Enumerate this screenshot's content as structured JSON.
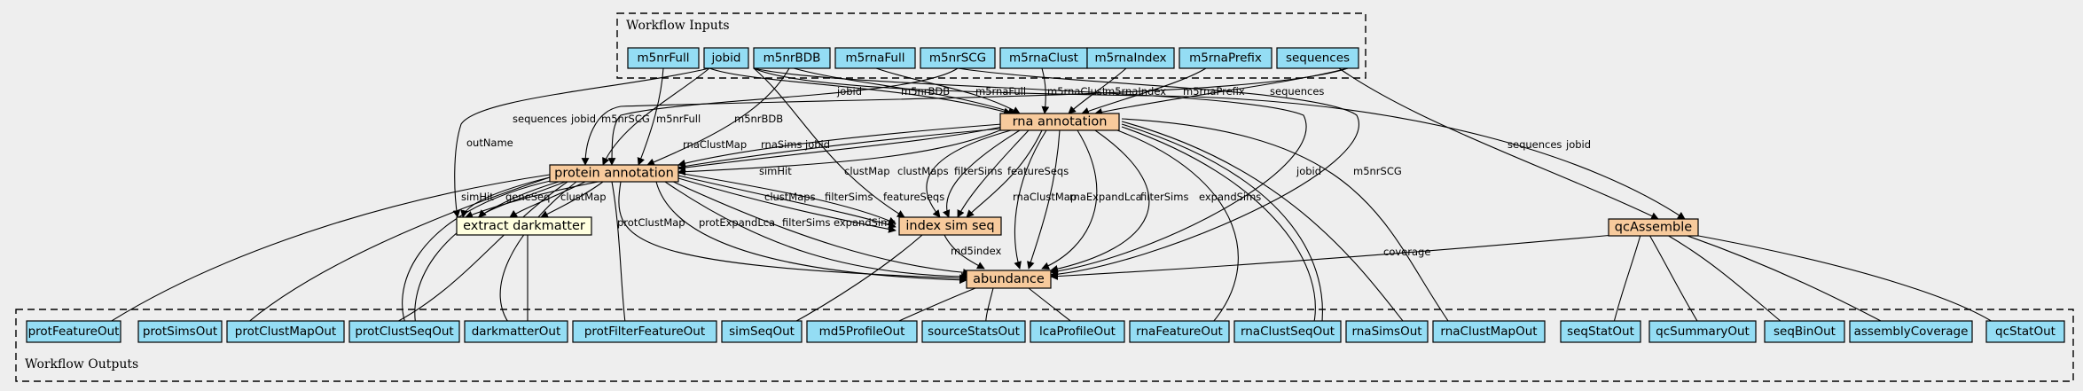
{
  "colors": {
    "background": "#eeeeee",
    "io_node": "#94ddf4",
    "step_node": "#f7ca9c",
    "extract_node": "#ffffdf",
    "stroke": "#000000"
  },
  "inputs_cluster": {
    "label": "Workflow Inputs",
    "nodes": [
      "m5nrFull",
      "jobid",
      "m5nrBDB",
      "m5rnaFull",
      "m5nrSCG",
      "m5rnaClust",
      "m5rnaIndex",
      "m5rnaPrefix",
      "sequences"
    ]
  },
  "steps": {
    "rna_annotation": "rna annotation",
    "protein_annotation": "protein annotation",
    "extract_darkmatter": "extract darkmatter",
    "index_sim_seq": "index sim seq",
    "qc_assemble": "qcAssemble",
    "abundance": "abundance"
  },
  "outputs_cluster": {
    "label": "Workflow Outputs",
    "nodes": [
      "protFeatureOut",
      "protSimsOut",
      "protClustMapOut",
      "protClustSeqOut",
      "darkmatterOut",
      "protFilterFeatureOut",
      "simSeqOut",
      "md5ProfileOut",
      "sourceStatsOut",
      "lcaProfileOut",
      "rnaFeatureOut",
      "rnaClustSeqOut",
      "rnaSimsOut",
      "rnaClustMapOut",
      "seqStatOut",
      "qcSummaryOut",
      "seqBinOut",
      "assemblyCoverage",
      "qcStatOut"
    ]
  },
  "edge_labels": {
    "rna_jobid": "jobid",
    "rna_m5nrBDB": "m5nrBDB",
    "rna_m5rnaFull": "m5rnaFull",
    "rna_m5rnaClust": "m5rnaClust",
    "rna_m5rnaIndex": "m5rnaIndex",
    "rna_m5rnaPrefix": "m5rnaPrefix",
    "rna_sequences": "sequences",
    "prot_sequences": "sequences",
    "prot_jobid": "jobid",
    "prot_m5nrSCG": "m5nrSCG",
    "prot_m5nrFull": "m5nrFull",
    "prot_m5nrBDB": "m5nrBDB",
    "prot_rnaClustMap": "rnaClustMap",
    "prot_rnaSims": "rnaSims",
    "prot_jobid2": "jobid",
    "outName": "outName",
    "qc_sequences": "sequences",
    "qc_jobid": "jobid",
    "ab_jobid": "jobid",
    "ab_m5nrSCG": "m5nrSCG",
    "ext_simHit": "simHit",
    "ext_simHit2": "simHit",
    "ext_geneSeq": "geneSeq",
    "ext_clustMap": "clustMap",
    "rna_idx_clustMap": "clustMap",
    "rna_idx_clustMaps": "clustMaps",
    "rna_idx_filterSims": "filterSims",
    "rna_idx_featureSeqs": "featureSeqs",
    "prot_idx_clustMaps": "clustMaps",
    "prot_idx_filterSims": "filterSims",
    "prot_idx_featureSeqs": "featureSeqs",
    "ab_rnaClustMap": "rnaClustMap",
    "ab_rnaExpandLca": "rnaExpandLca",
    "ab_filterSims": "filterSims",
    "ab_expandSims": "expandSims",
    "ab_protClustMap": "protClustMap",
    "ab_protExpandLca": "protExpandLca",
    "ab_filterSims2": "filterSims",
    "ab_expandSims2": "expandSims",
    "ab_md5index": "md5index",
    "ab_coverage": "coverage"
  }
}
